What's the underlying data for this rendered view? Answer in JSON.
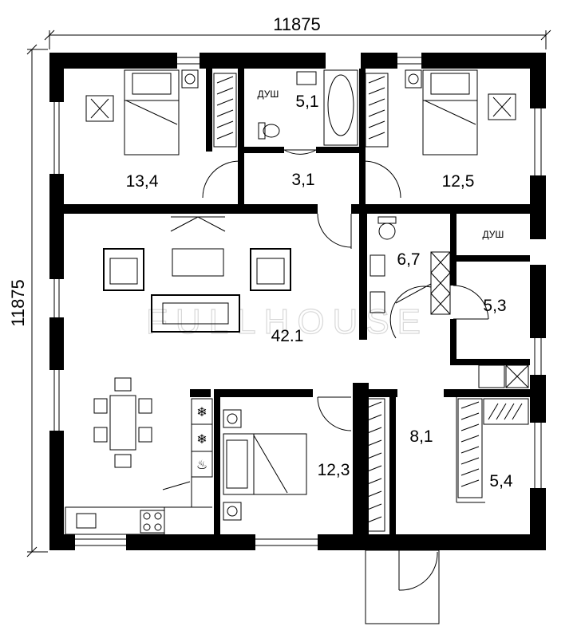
{
  "dimensions": {
    "width": "11875",
    "height": "11875"
  },
  "watermark": "FULLHOUSE",
  "rooms": [
    {
      "id": "bedroom-nw",
      "area": "13,4"
    },
    {
      "id": "bathroom-top",
      "area": "5,1",
      "tag": "ДУШ"
    },
    {
      "id": "hall-top",
      "area": "3,1"
    },
    {
      "id": "bedroom-ne",
      "area": "12,5"
    },
    {
      "id": "bathroom-east",
      "area": "6,7",
      "tag": "ДУШ"
    },
    {
      "id": "room-east",
      "area": "5,3"
    },
    {
      "id": "living-kitchen",
      "area": "42.1"
    },
    {
      "id": "bedroom-south",
      "area": "12,3"
    },
    {
      "id": "hall-entry",
      "area": "8,1"
    },
    {
      "id": "wardrobe-se",
      "area": "5,4"
    }
  ],
  "colors": {
    "wall": "#000000",
    "line": "#000000",
    "background": "#ffffff"
  }
}
